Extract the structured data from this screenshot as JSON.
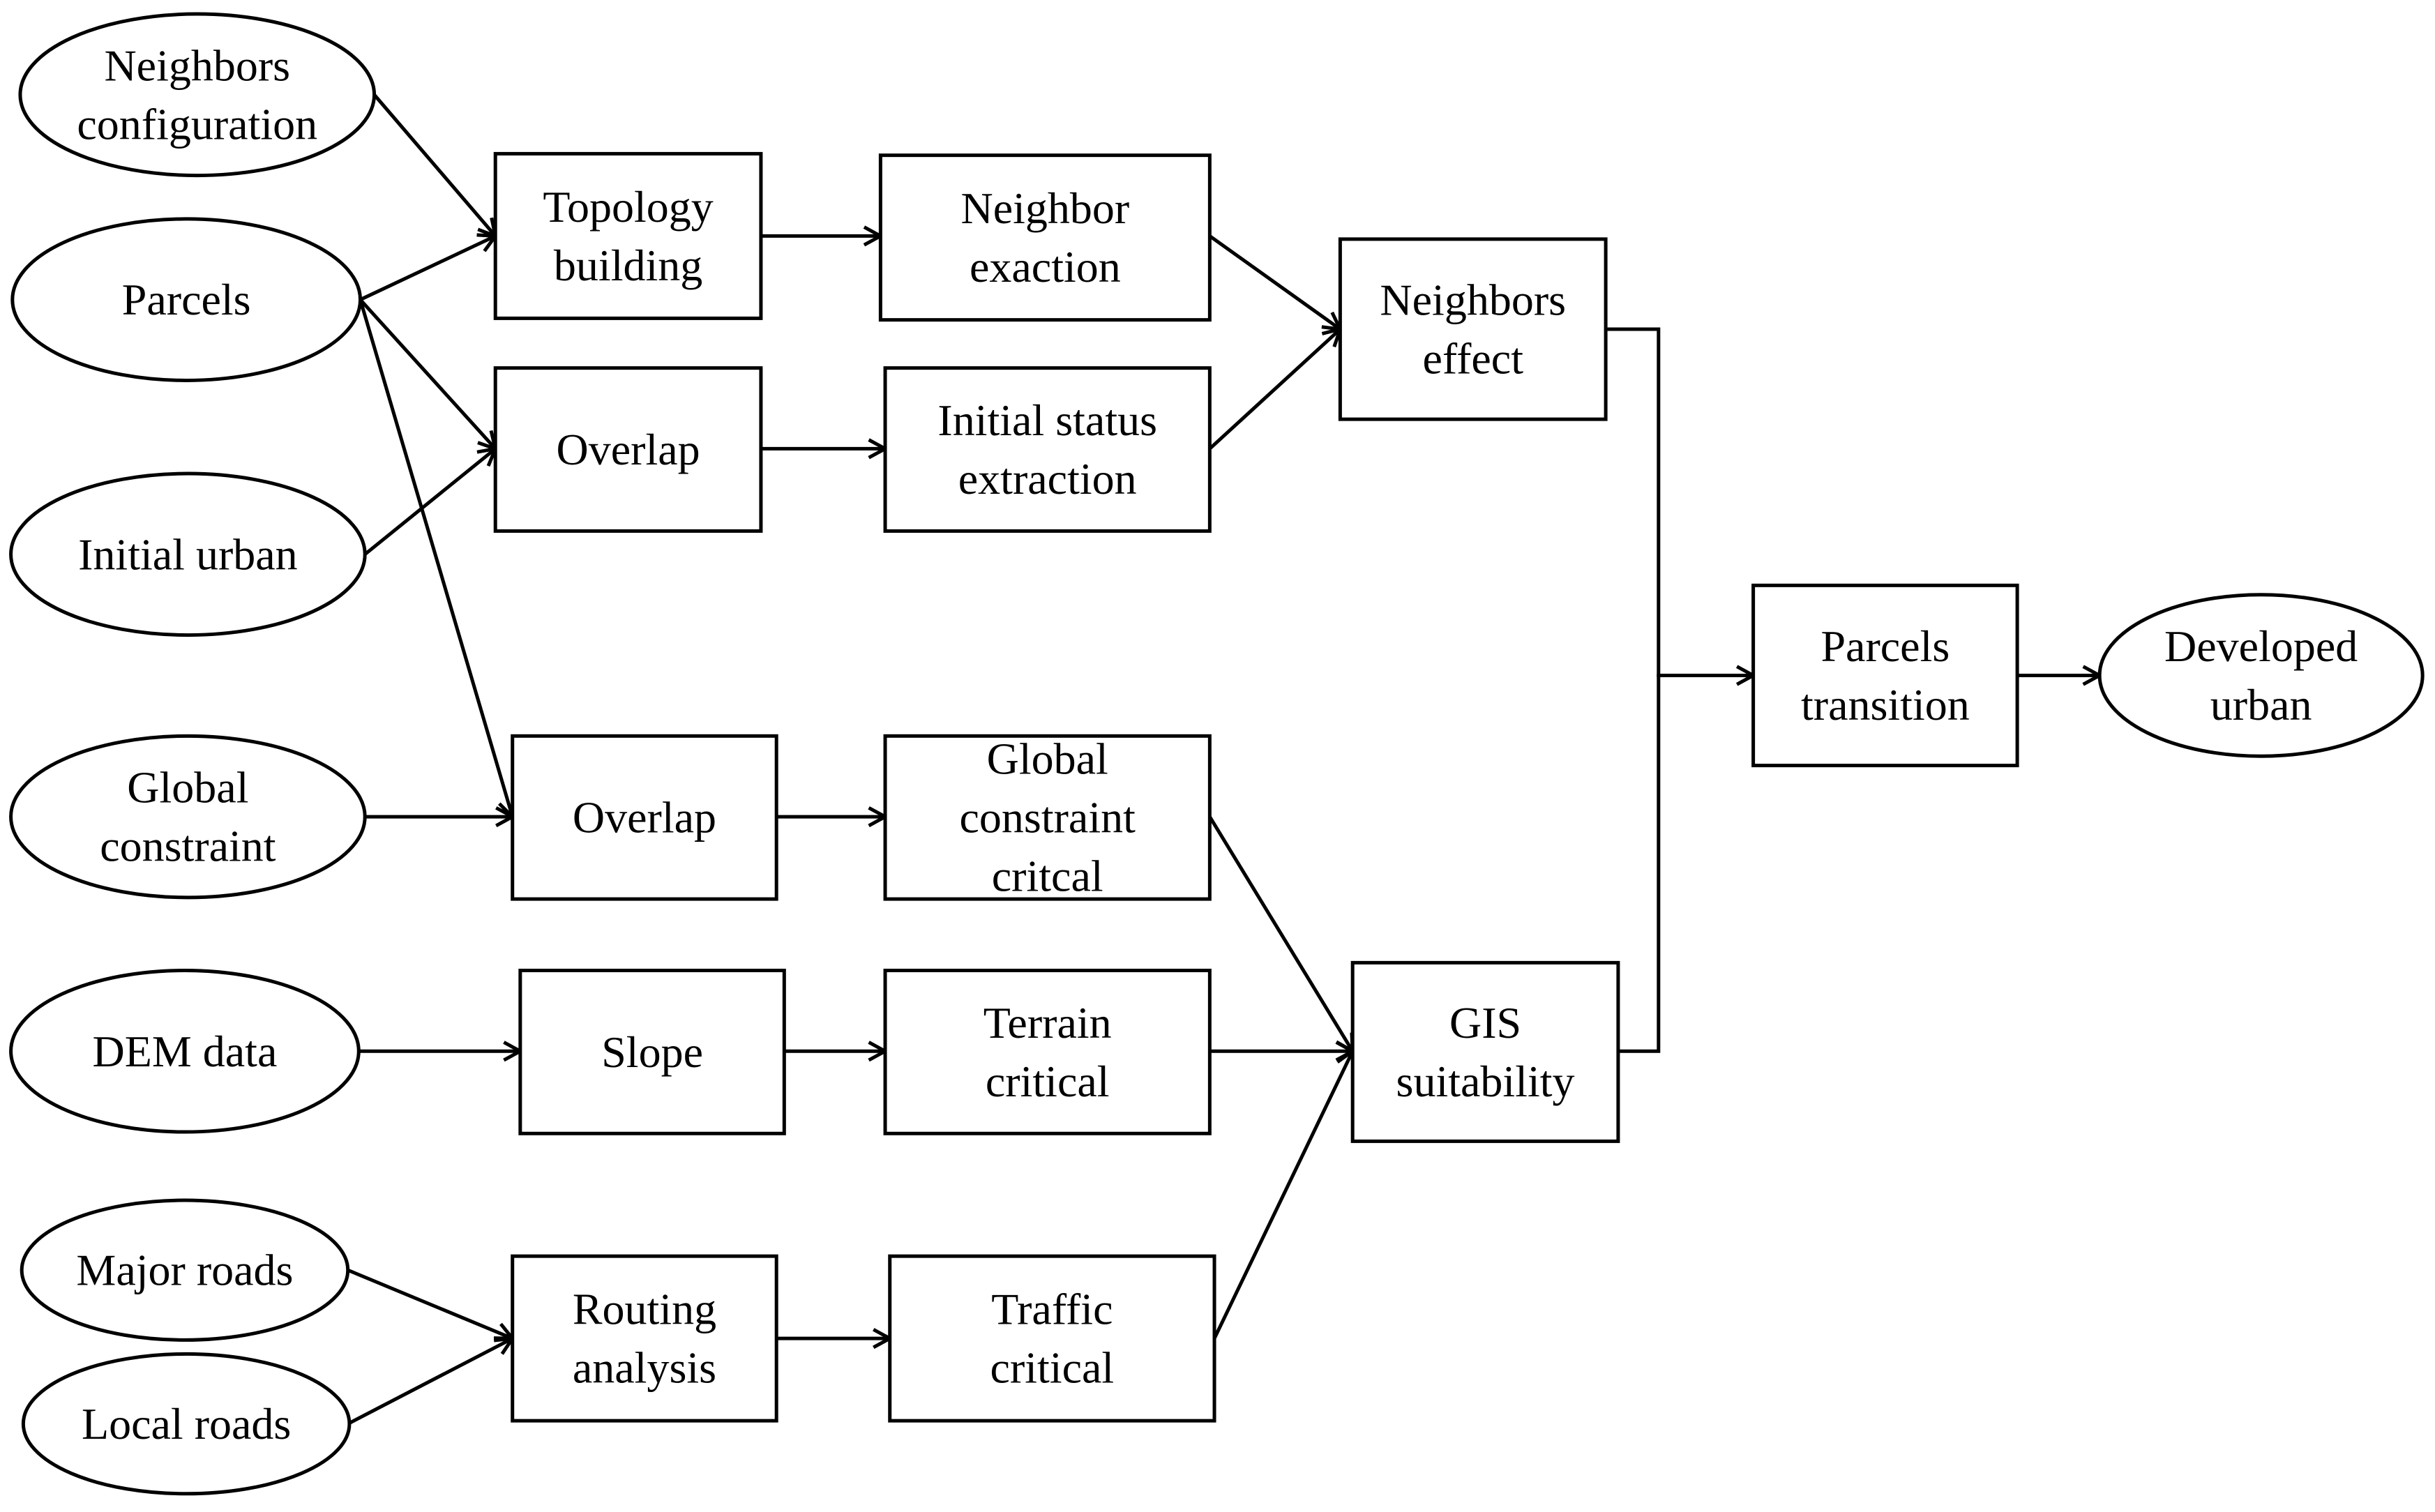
{
  "nodes": {
    "neighbors_configuration": {
      "lines": [
        "Neighbors",
        "configuration"
      ]
    },
    "parcels": {
      "lines": [
        "Parcels"
      ]
    },
    "initial_urban": {
      "lines": [
        "Initial urban"
      ]
    },
    "global_constraint": {
      "lines": [
        "Global",
        "constraint"
      ]
    },
    "dem_data": {
      "lines": [
        "DEM data"
      ]
    },
    "major_roads": {
      "lines": [
        "Major roads"
      ]
    },
    "local_roads": {
      "lines": [
        "Local roads"
      ]
    },
    "topology_building": {
      "lines": [
        "Topology",
        "building"
      ]
    },
    "overlap_1": {
      "lines": [
        "Overlap"
      ]
    },
    "overlap_2": {
      "lines": [
        "Overlap"
      ]
    },
    "slope": {
      "lines": [
        "Slope"
      ]
    },
    "routing_analysis": {
      "lines": [
        "Routing",
        "analysis"
      ]
    },
    "neighbor_exaction": {
      "lines": [
        "Neighbor",
        "exaction"
      ]
    },
    "initial_status_extraction": {
      "lines": [
        "Initial  status",
        "extraction"
      ]
    },
    "global_constraint_critcal": {
      "lines": [
        "Global",
        "constraint",
        "critcal"
      ]
    },
    "terrain_critical": {
      "lines": [
        "Terrain",
        "critical"
      ]
    },
    "traffic_critical": {
      "lines": [
        "Traffic",
        "critical"
      ]
    },
    "neighbors_effect": {
      "lines": [
        "Neighbors",
        "effect"
      ]
    },
    "gis_suitability": {
      "lines": [
        "GIS",
        "suitability"
      ]
    },
    "parcels_transition": {
      "lines": [
        "Parcels",
        "transition"
      ]
    },
    "developed_urban": {
      "lines": [
        "Developed",
        "urban"
      ]
    }
  },
  "edges": [
    [
      "neighbors_configuration",
      "topology_building"
    ],
    [
      "parcels",
      "topology_building"
    ],
    [
      "parcels",
      "overlap_1"
    ],
    [
      "parcels",
      "overlap_2"
    ],
    [
      "initial_urban",
      "overlap_1"
    ],
    [
      "global_constraint",
      "overlap_2"
    ],
    [
      "dem_data",
      "slope"
    ],
    [
      "major_roads",
      "routing_analysis"
    ],
    [
      "local_roads",
      "routing_analysis"
    ],
    [
      "topology_building",
      "neighbor_exaction"
    ],
    [
      "overlap_1",
      "initial_status_extraction"
    ],
    [
      "overlap_2",
      "global_constraint_critcal"
    ],
    [
      "slope",
      "terrain_critical"
    ],
    [
      "routing_analysis",
      "traffic_critical"
    ],
    [
      "neighbor_exaction",
      "neighbors_effect"
    ],
    [
      "initial_status_extraction",
      "neighbors_effect"
    ],
    [
      "global_constraint_critcal",
      "gis_suitability"
    ],
    [
      "terrain_critical",
      "gis_suitability"
    ],
    [
      "traffic_critical",
      "gis_suitability"
    ],
    [
      "neighbors_effect",
      "parcels_transition"
    ],
    [
      "gis_suitability",
      "parcels_transition"
    ],
    [
      "parcels_transition",
      "developed_urban"
    ]
  ]
}
